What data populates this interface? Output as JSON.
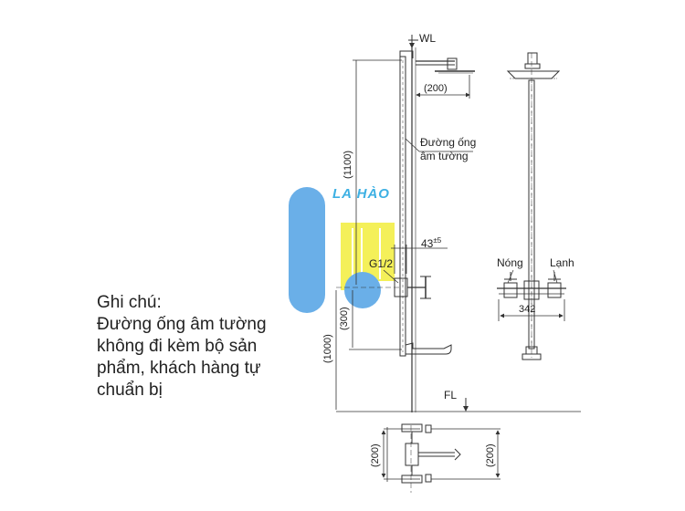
{
  "labels": {
    "wl": "WL",
    "fl": "FL",
    "pipe_line1": "Đường ống",
    "pipe_line2": "âm tường",
    "thread": "G1/2",
    "angle_base": "43",
    "angle_sup": "±5",
    "hot": "Nóng",
    "cold": "Lạnh",
    "brand": "LA HÀO"
  },
  "dimensions": {
    "d200_top": "(200)",
    "d1100": "(1100)",
    "d300": "(300)",
    "d1000": "(1000)",
    "d342": "342",
    "d200_left": "(200)",
    "d200_right": "(200)"
  },
  "note": {
    "title": "Ghi chú:",
    "lines": [
      "Đường ống âm tường",
      "không đi kèm bộ sản",
      "phẩm, khách hàng tự",
      "chuẩn bị"
    ]
  },
  "colors": {
    "line": "#333333",
    "logo_blue": "#5aa7e6",
    "logo_yellow": "#f3ef48",
    "text": "#222222"
  }
}
